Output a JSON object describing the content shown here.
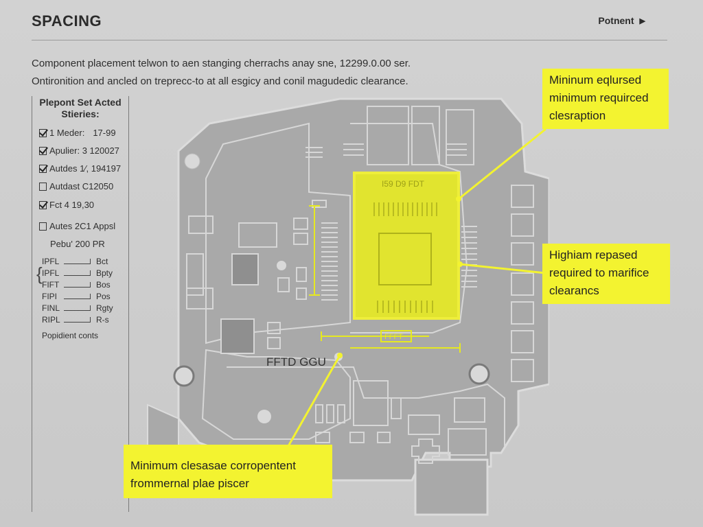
{
  "header": {
    "title": "SPACING",
    "link_label": "Potnent",
    "link_icon": "chevron-right-icon"
  },
  "description": {
    "line1": "Component placement telwon to aen stanging cherrachs anay sne, 12299.0.00 ser.",
    "line2": "Ontironition and ancled on treprecc-to at all esgicy and conil magudedic clearance."
  },
  "sidebar": {
    "title_line1": "Plepont Set Acted",
    "title_line2": "Stieries:",
    "items": [
      {
        "label": "1 Meder:",
        "value": "17-99",
        "checked": true
      },
      {
        "label": "Apulier: 3 120027",
        "value": "",
        "checked": true
      },
      {
        "label": "Autdes 1⁄, 194197",
        "value": "",
        "checked": true
      },
      {
        "label": "Autdast C12050",
        "value": "",
        "checked": false
      },
      {
        "label": "Fct 4 19,30",
        "value": "",
        "checked": true
      },
      {
        "label": "Autes 2C1 Appsl",
        "value": "",
        "checked": false
      }
    ],
    "sub_label": "Pebu' 200 PR",
    "refs": [
      {
        "name": "IPFL",
        "value": "Bct"
      },
      {
        "name": "IPFL",
        "value": "Bpty"
      },
      {
        "name": "FIFT",
        "value": "Bos"
      },
      {
        "name": "FIPI",
        "value": "Pos"
      },
      {
        "name": "FINL",
        "value": "Rgty"
      },
      {
        "name": "RIPL",
        "value": "R-s"
      }
    ],
    "footer": "Popidient conts"
  },
  "board": {
    "label": "FFTD GGU",
    "chip_label": "I59 D9 FDT",
    "small_label": "FFFT"
  },
  "callouts": {
    "top_line1": "Mininum eqlursed",
    "top_line2": "minimum requirced",
    "top_line3": "clesraption",
    "mid_line1": "Highiam repased",
    "mid_line2": "required to marifice",
    "mid_line3": "clearancs",
    "bottom_line1": "Minimum clesasae corropentent",
    "bottom_line2": "frommernal plae piscer"
  },
  "colors": {
    "highlight": "#f3f330",
    "board": "#a8a8a8",
    "board_light": "#d6d6d6",
    "background": "#cfcfcf"
  }
}
